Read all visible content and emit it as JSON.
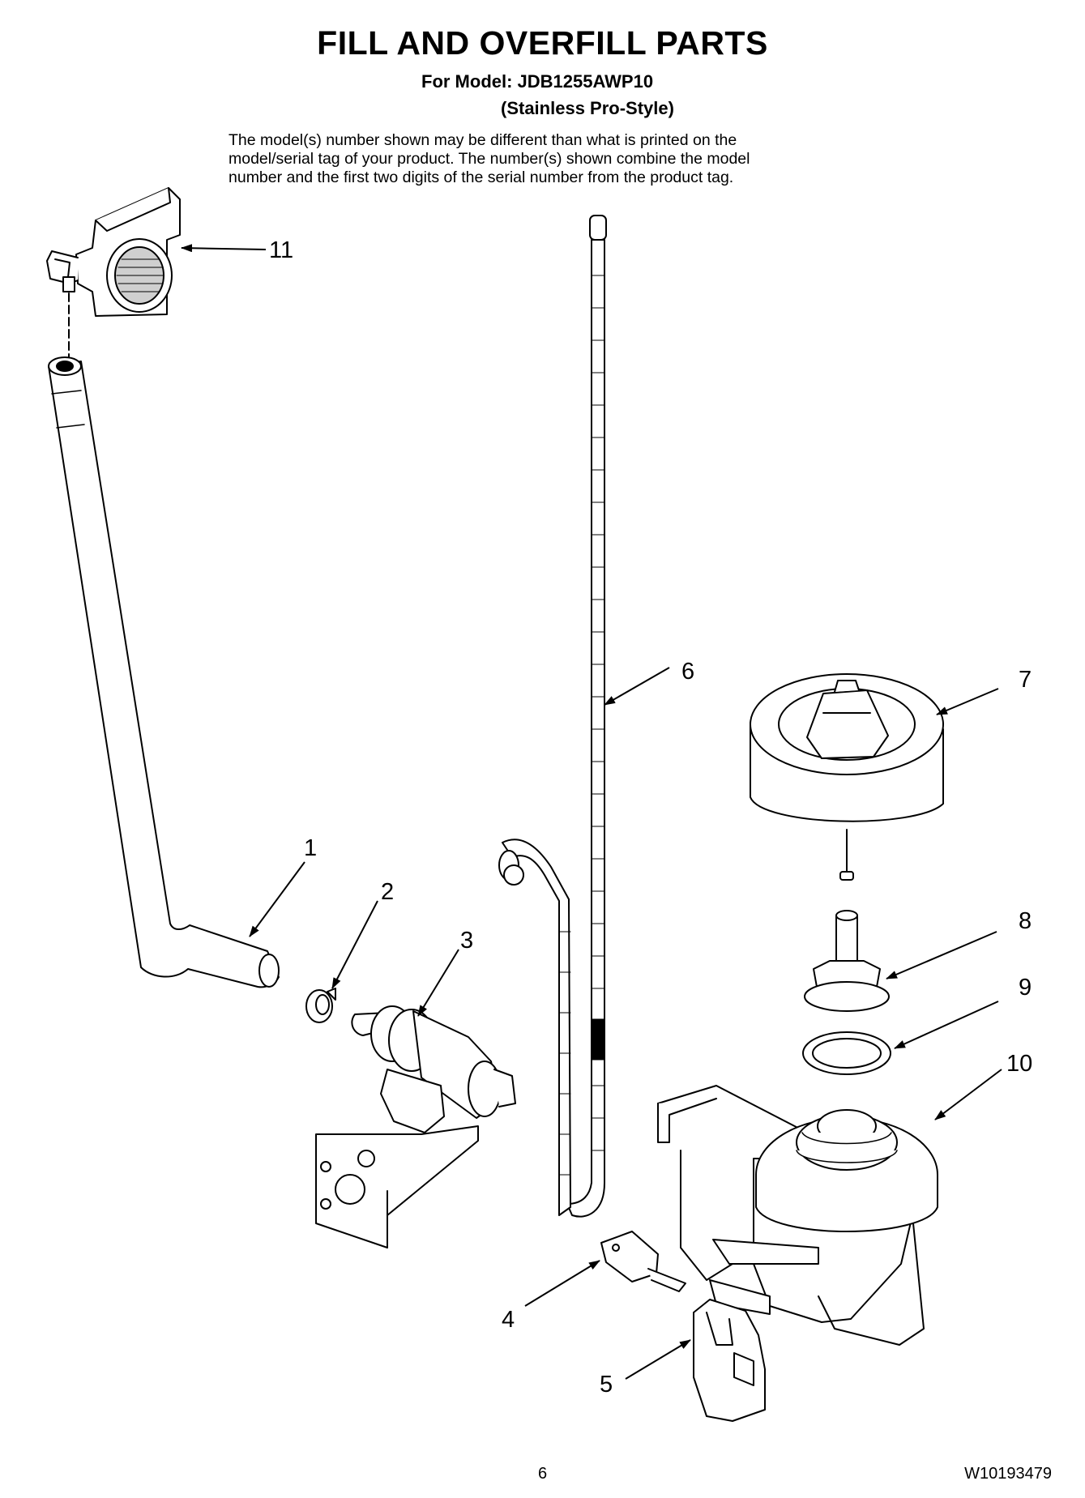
{
  "header": {
    "title": "FILL AND OVERFILL PARTS",
    "model_line": "For Model: JDB1255AWP10",
    "variant_line": "(Stainless Pro-Style)",
    "note_lines": [
      "The model(s) number shown may be different than what is printed on the",
      "model/serial tag of your product. The number(s) shown combine the model",
      "number and the first two digits of the serial number from the product tag."
    ]
  },
  "callouts": [
    "1",
    "2",
    "3",
    "4",
    "5",
    "6",
    "7",
    "8",
    "9",
    "10",
    "11"
  ],
  "footer": {
    "page_number": "6",
    "doc_number": "W10193479"
  }
}
